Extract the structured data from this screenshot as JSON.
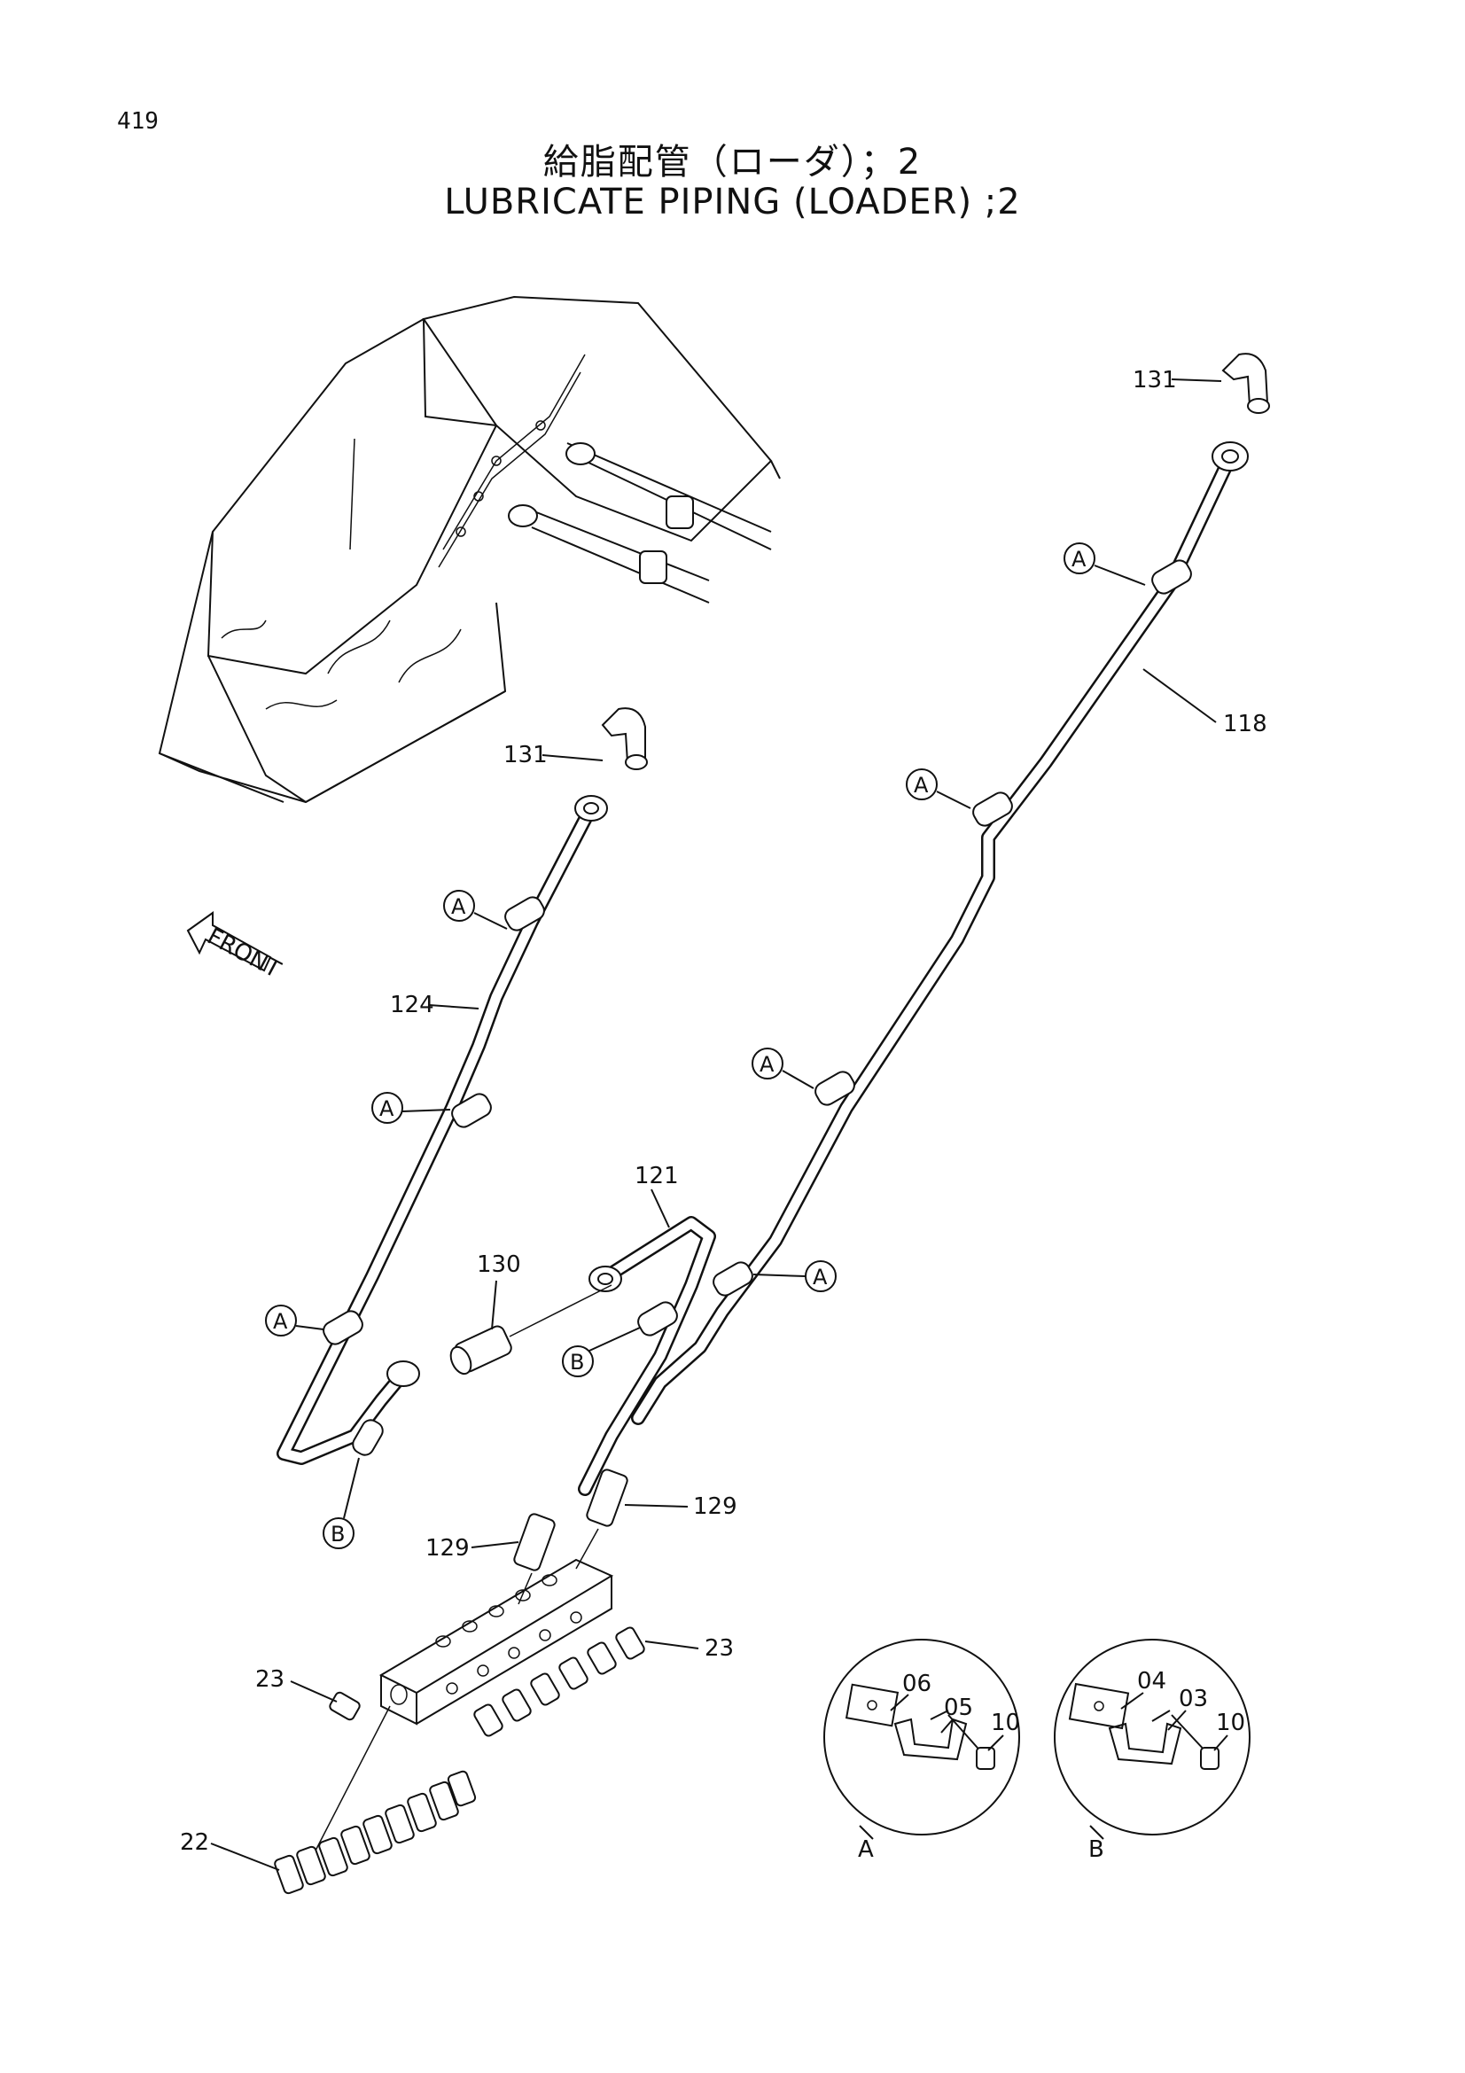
{
  "page": {
    "number": "419"
  },
  "title": {
    "japanese": "給脂配管（ローダ）；2",
    "english": "LUBRICATE PIPING (LOADER) ;2"
  },
  "front_arrow": {
    "label": "FRONT"
  },
  "callouts": {
    "p131_top": "131",
    "p118": "118",
    "p131_mid": "131",
    "p124": "124",
    "p121": "121",
    "p130": "130",
    "p129_left": "129",
    "p129_right": "129",
    "p23_right": "23",
    "p23_left": "23",
    "p22": "22"
  },
  "clamp_markers": {
    "a": "A",
    "b": "B"
  },
  "detail_a": {
    "label": "A",
    "parts": {
      "top_left": "06",
      "top_mid": "05",
      "right": "10"
    }
  },
  "detail_b": {
    "label": "B",
    "parts": {
      "top_left": "04",
      "top_mid": "03",
      "right": "10"
    }
  }
}
